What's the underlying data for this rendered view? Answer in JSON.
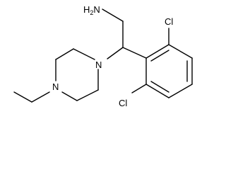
{
  "structure": {
    "atom_labels": {
      "amine": "H2N",
      "piperazine_n_upper": "N",
      "piperazine_n_lower": "N",
      "chlorine_top": "Cl",
      "chlorine_bottom": "Cl"
    }
  },
  "colors": {
    "bond": "#000000",
    "background": "#ffffff"
  }
}
